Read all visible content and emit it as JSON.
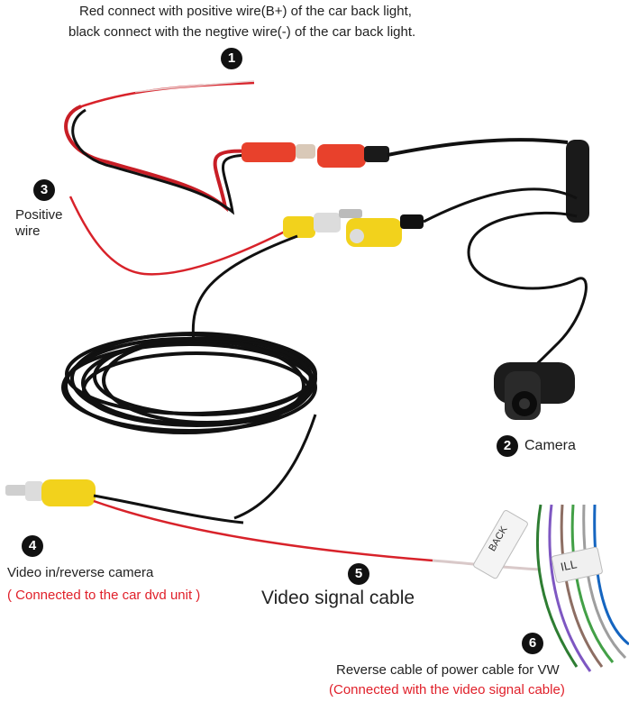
{
  "header": {
    "line1": "Red connect with positive wire(B+) of the car back light,",
    "line2": "black connect with the negtive wire(-) of the car back light."
  },
  "callouts": {
    "c1": {
      "num": "1"
    },
    "c2": {
      "num": "2",
      "label": "Camera"
    },
    "c3": {
      "num": "3",
      "label_line1": "Positive",
      "label_line2": "wire"
    },
    "c4": {
      "num": "4",
      "label": "Video in/reverse camera",
      "note": "( Connected to the car dvd unit )"
    },
    "c5": {
      "num": "5",
      "label": "Video signal cable"
    },
    "c6": {
      "num": "6",
      "label": "Reverse  cable of power cable for VW",
      "note": "(Connected with the video signal cable)"
    }
  },
  "tags": {
    "back": "BACK",
    "ill": "ILL"
  },
  "colors": {
    "red_wire": "#d8222a",
    "black_wire": "#111111",
    "yellow_rca": "#f2d21c",
    "red_plug": "#e8412c",
    "accent_text": "#e0202a"
  },
  "icons": {
    "badge": "number-circle-icon"
  }
}
